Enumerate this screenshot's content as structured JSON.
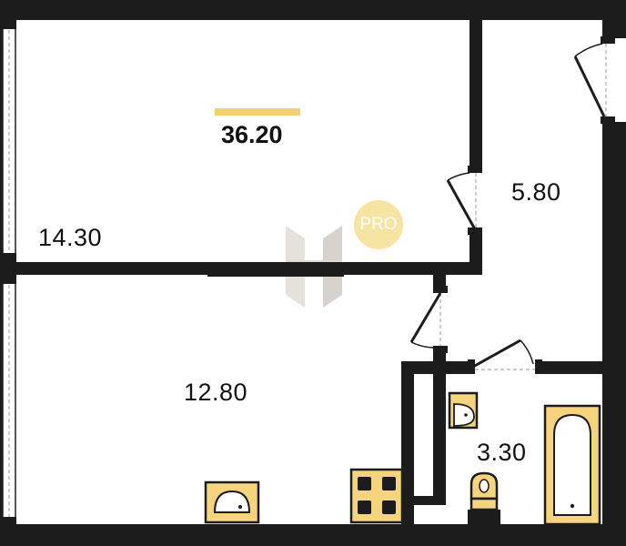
{
  "plan": {
    "total_area": "36.20",
    "rooms": [
      {
        "name": "room-1",
        "area": "14.30"
      },
      {
        "name": "hallway",
        "area": "5.80"
      },
      {
        "name": "room-2",
        "area": "12.80"
      },
      {
        "name": "bathroom",
        "area": "3.30"
      }
    ],
    "badge": "PRO",
    "watermark": "H"
  },
  "colors": {
    "wall": "#1c1c1c",
    "accent": "#f3d06e",
    "fixture_fill": "#f6d47e",
    "badge_fill": "#f6e4a2",
    "window": "#9a9a9a",
    "door_dash": "#9a9a9a"
  },
  "icons": [
    "window-icon",
    "door-icon",
    "sink-icon",
    "stove-icon",
    "toilet-icon",
    "bathtub-icon",
    "watermark-logo"
  ]
}
